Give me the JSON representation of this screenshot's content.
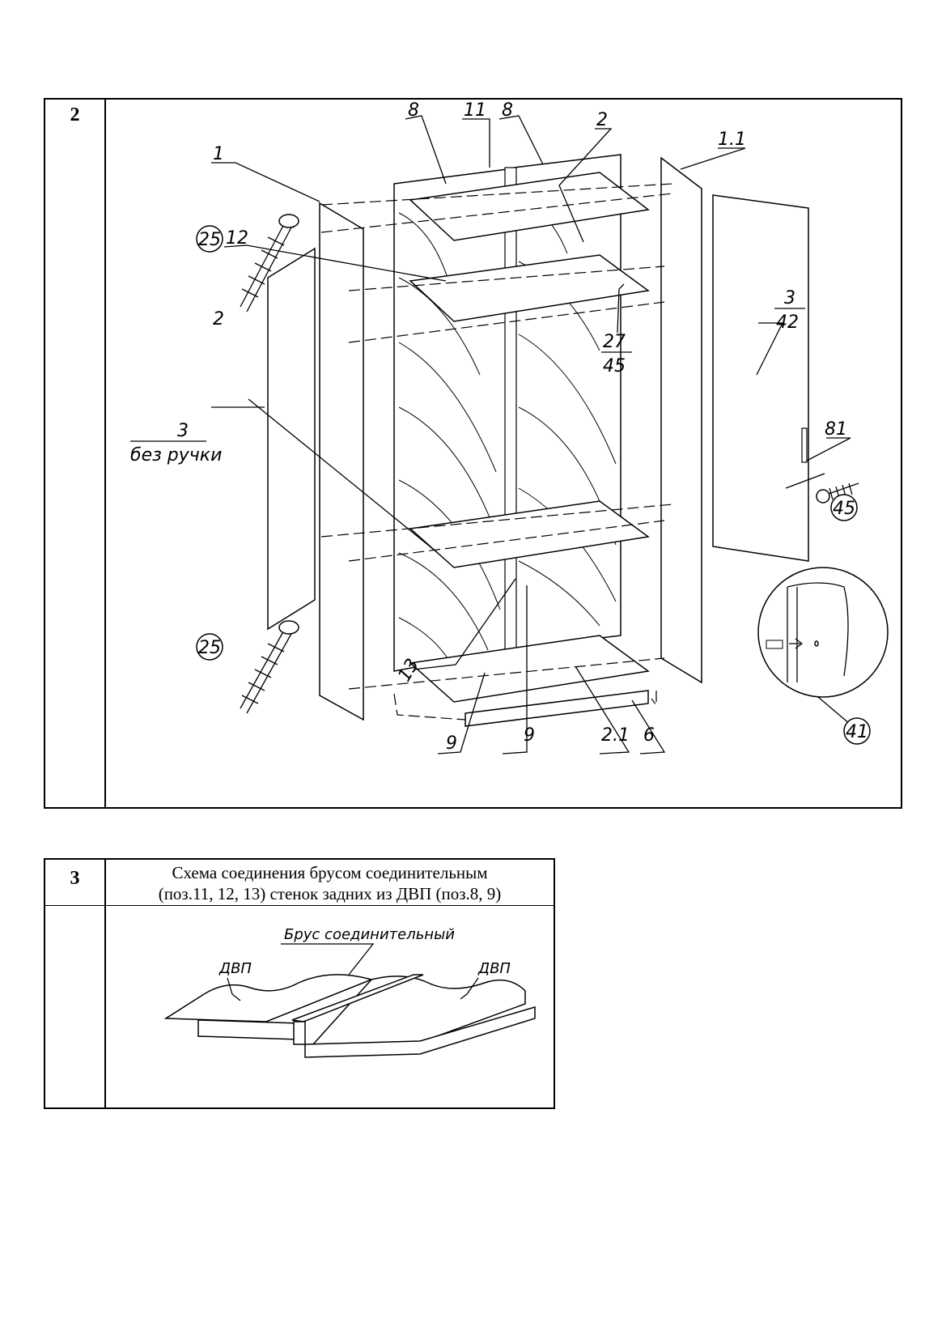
{
  "section2": {
    "number": "2",
    "labels": {
      "p8a": "8",
      "p11": "11",
      "p8b": "8",
      "p2top": "2",
      "p1_1": "1.1",
      "p1": "1",
      "p25a": "25",
      "p12": "12",
      "p2left": "2",
      "p3left_num": "3",
      "p3left_note": "без ручки",
      "p27": "27",
      "p45a": "45",
      "p3right_num": "3",
      "p42": "42",
      "p81": "81",
      "p45b": "45",
      "p25b": "25",
      "p13": "13",
      "p9a": "9",
      "p9b": "9",
      "p2_1": "2.1",
      "p6": "6",
      "p41": "41"
    }
  },
  "section3": {
    "number": "3",
    "title_line1": "Схема соединения брусом соединительным",
    "title_line2": "(поз.11, 12, 13) стенок задних из ДВП (поз.8, 9)",
    "labels": {
      "connector": "Брус соединительный",
      "dvp_left": "ДВП",
      "dvp_right": "ДВП"
    }
  }
}
